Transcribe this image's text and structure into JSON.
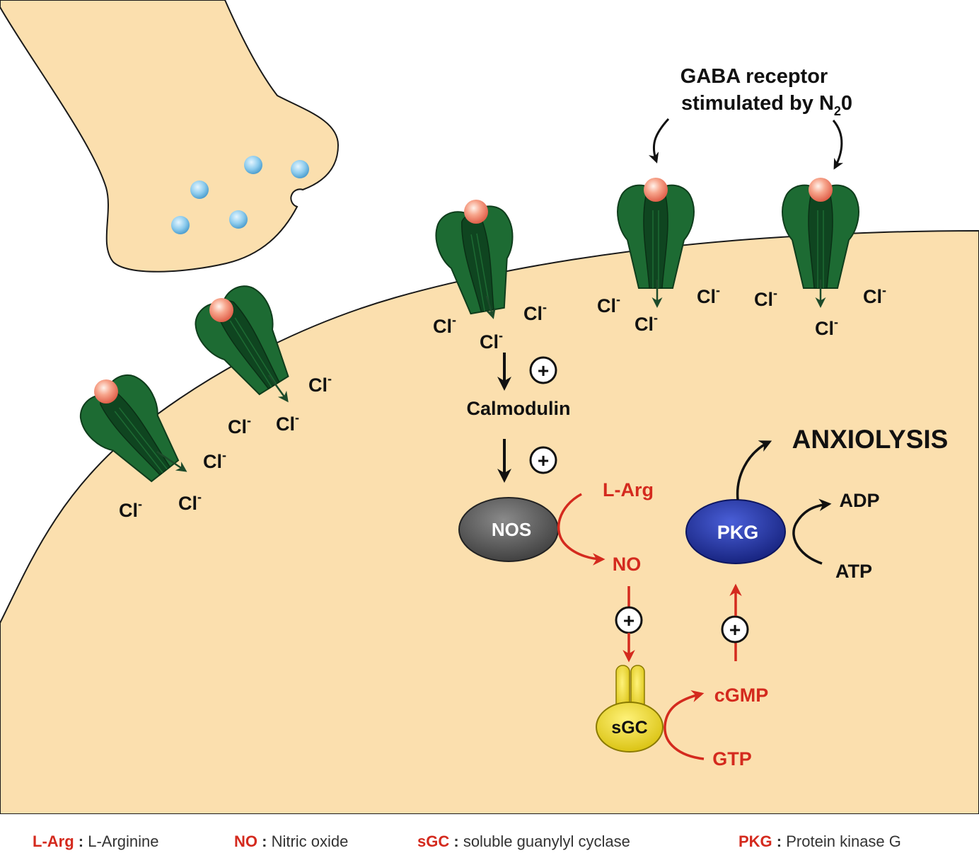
{
  "colors": {
    "cytoplasm": "#fbdfae",
    "membrane_stroke": "#1a1a1a",
    "receptor": "#1d6b33",
    "receptor_dark": "#0f4520",
    "ligand": "#f5927a",
    "vesicle": "#7fc3e8",
    "nos": "#555555",
    "pkg": "#1f2f9e",
    "sgc": "#e8d31a",
    "red_text": "#d42a1e"
  },
  "labels": {
    "gaba_line1": "GABA receptor",
    "gaba_line2_prefix": "stimulated by N",
    "gaba_line2_sub": "2",
    "gaba_line2_suffix": "0",
    "cl": "Cl",
    "cl_sup": "-",
    "calmodulin": "Calmodulin",
    "nos": "NOS",
    "larg": "L-Arg",
    "no": "NO",
    "sgc": "sGC",
    "cgmp": "cGMP",
    "gtp": "GTP",
    "pkg": "PKG",
    "adp": "ADP",
    "atp": "ATP",
    "anxiolysis": "ANXIOLYSIS",
    "plus": "+"
  },
  "legend": [
    {
      "abbr": "L-Arg",
      "sep": " : ",
      "desc": "L-Arginine"
    },
    {
      "abbr": "NO",
      "sep": " : ",
      "desc": "Nitric oxide"
    },
    {
      "abbr": "sGC",
      "sep": " : ",
      "desc": "soluble guanylyl cyclase"
    },
    {
      "abbr": "PKG",
      "sep": " : ",
      "desc": "Protein kinase G"
    }
  ]
}
